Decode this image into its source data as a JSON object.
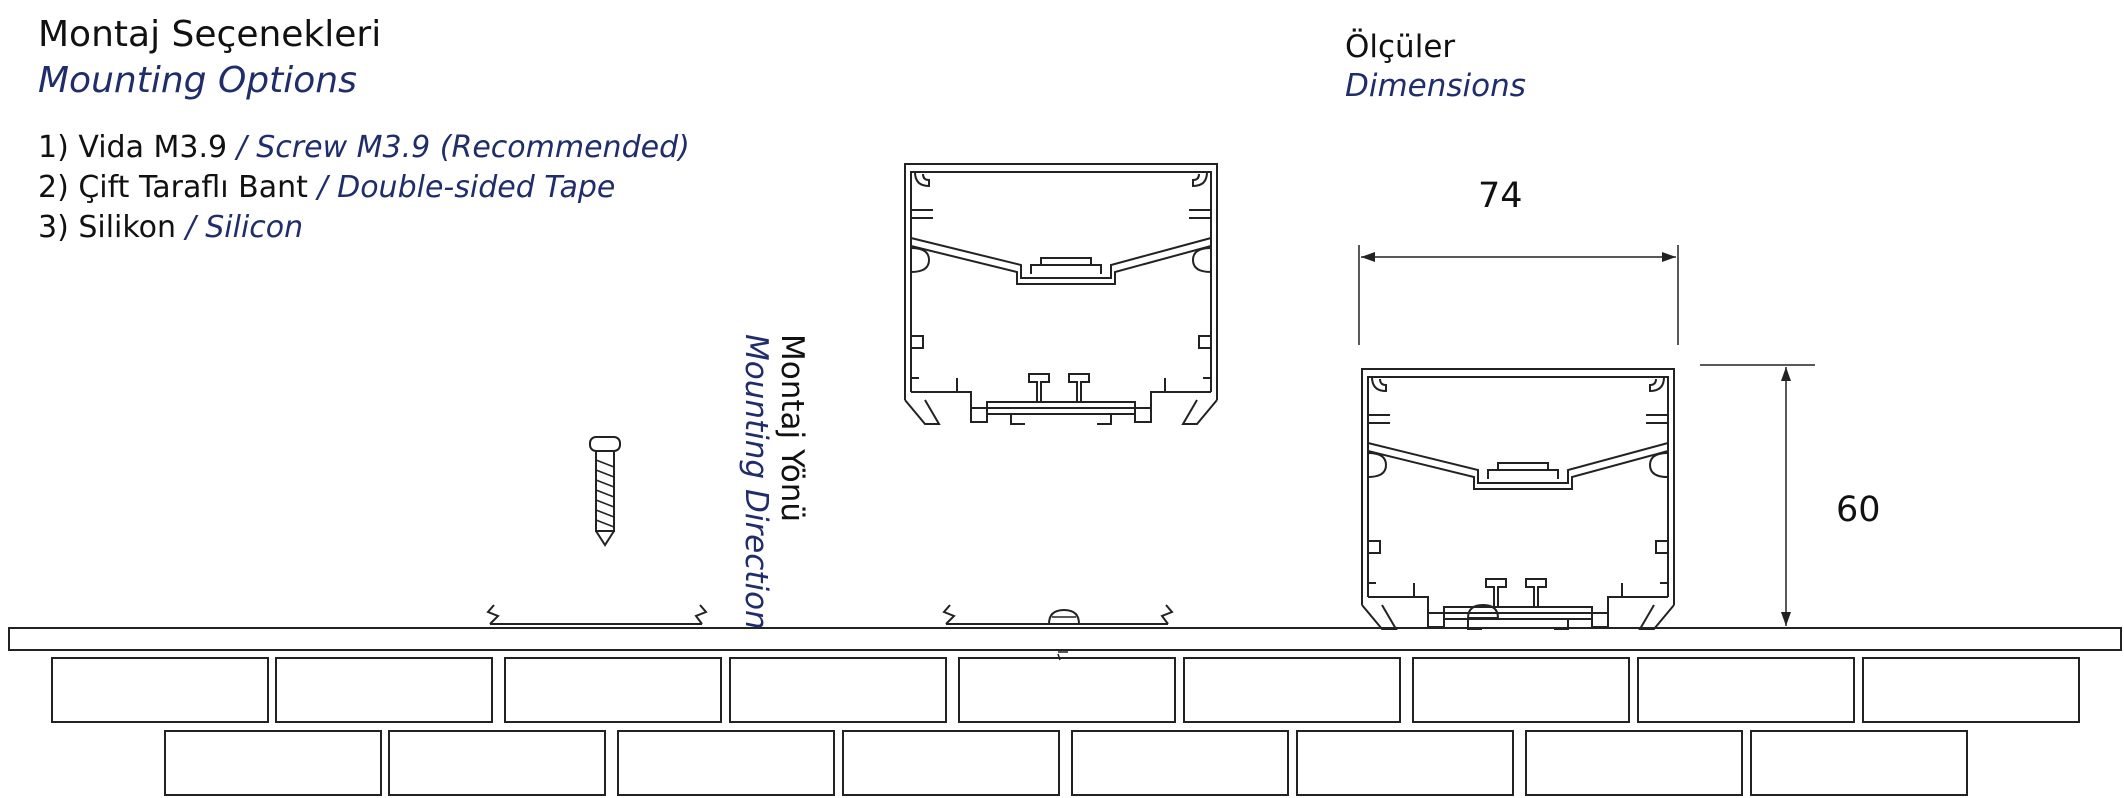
{
  "mounting": {
    "title_tr": "Montaj Seçenekleri",
    "title_en": "Mounting Options",
    "options": [
      {
        "tr": "1) Vida M3.9 ",
        "en": "/ Screw M3.9 (Recommended)"
      },
      {
        "tr": "2) Çift Taraflı Bant ",
        "en": "/ Double-sided Tape"
      },
      {
        "tr": "3) Silikon ",
        "en": "/ Silicon"
      }
    ],
    "direction_tr": "Montaj Yönü",
    "direction_en": "Mounting Direction"
  },
  "dimensions": {
    "title_tr": "Ölçüler",
    "title_en": "Dimensions",
    "width": "74",
    "height": "60"
  },
  "colors": {
    "english_text": "#1f2d6b",
    "line": "#222222"
  }
}
